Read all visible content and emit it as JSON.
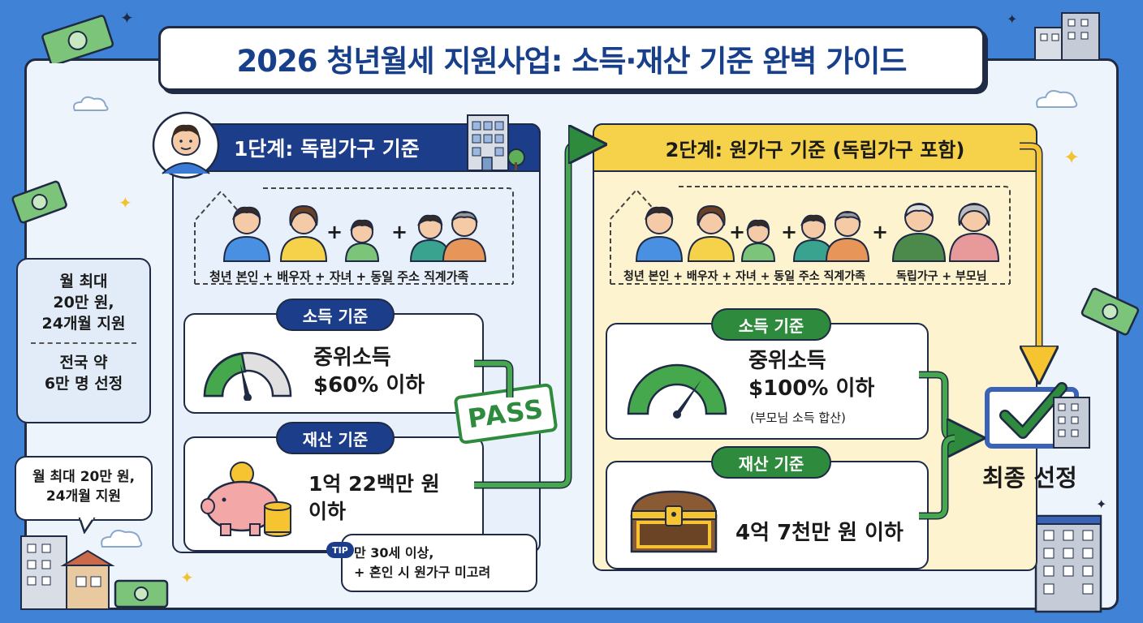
{
  "title": "2026 청년월세 지원사업: 소득·재산 기준 완벽 가이드",
  "side_info": {
    "line1": "월 최대",
    "line2": "20만 원,",
    "line3": "24개월 지원",
    "line4": "전국 약",
    "line5": "6만 명 선정"
  },
  "side_bubble": {
    "line1": "월 최대 20만 원,",
    "line2": "24개월 지원"
  },
  "stage1": {
    "header": "1단계: 독립가구 기준",
    "household_label": "청년 본인 + 배우자 + 자녀 + 동일 주소 직계가족",
    "income_pill": "소득 기준",
    "income_line1": "중위소득",
    "income_line2": "$60% 이하",
    "asset_pill": "재산 기준",
    "asset_line1": "1억 22백만 원",
    "asset_line2": "이하",
    "pass_stamp": "PASS",
    "tip_badge": "TIP",
    "tip_line1": "만 30세 이상,",
    "tip_line2": "+ 혼인 시 원가구 미고려"
  },
  "stage2": {
    "header": "2단계: 원가구 기준 (독립가구 포함)",
    "household_label_a": "청년 본인 + 배우자 + 자녀 + 동일 주소 직계가족",
    "household_label_b": "독립가구 + 부모님",
    "income_pill": "소득 기준",
    "income_line1": "중위소득",
    "income_line2": "$100% 이하",
    "income_note": "(부모님 소득 합산)",
    "asset_pill": "재산 기준",
    "asset_line1": "4억 7천만 원 이하"
  },
  "final": {
    "label": "최종 선정"
  },
  "colors": {
    "background": "#3f82d6",
    "stage1_header": "#1c3d8a",
    "stage2_header": "#f6d24a",
    "green": "#2e8b3e"
  }
}
